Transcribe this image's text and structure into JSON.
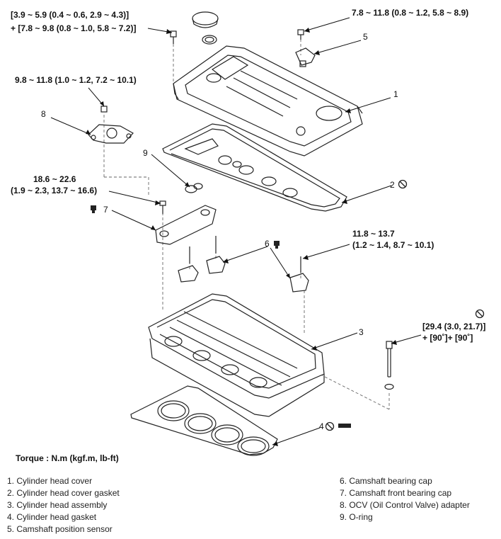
{
  "torque_specs": {
    "cover_bolt_line1": "[3.9 ~ 5.9 (0.4 ~ 0.6, 2.9 ~ 4.3)]",
    "cover_bolt_line2": "+ [7.8 ~ 9.8 (0.8 ~ 1.0, 5.8 ~ 7.2)]",
    "sensor_bolt": "7.8 ~ 11.8 (0.8 ~ 1.2, 5.8 ~ 8.9)",
    "ocv_adapter_bolt": "9.8 ~ 11.8 (1.0 ~ 1.2, 7.2 ~ 10.1)",
    "front_cap_bolt_line1": "18.6 ~ 22.6",
    "front_cap_bolt_line2": "(1.9 ~ 2.3, 13.7 ~ 16.6)",
    "cap_bolt_line1": "11.8 ~ 13.7",
    "cap_bolt_line2": "(1.2 ~ 1.4, 8.7 ~ 10.1)",
    "head_bolt_line1": "[29.4 (3.0, 21.7)]",
    "head_bolt_line2": "+ [90˚]+ [90˚]"
  },
  "callouts": {
    "n1": "1",
    "n2": "2",
    "n3": "3",
    "n4": "4",
    "n5": "5",
    "n6": "6",
    "n7": "7",
    "n8": "8",
    "n9": "9"
  },
  "torque_title": "Torque : N.m (kgf.m, lb-ft)",
  "legend_left": [
    "1. Cylinder head cover",
    "2. Cylinder head cover gasket",
    "3. Cylinder head assembly",
    "4. Cylinder head gasket",
    "5. Camshaft position sensor"
  ],
  "legend_right": [
    "6. Camshaft bearing cap",
    "7. Camshaft front bearing cap",
    "8. OCV (Oil Control Valve) adapter",
    "9. O-ring"
  ]
}
